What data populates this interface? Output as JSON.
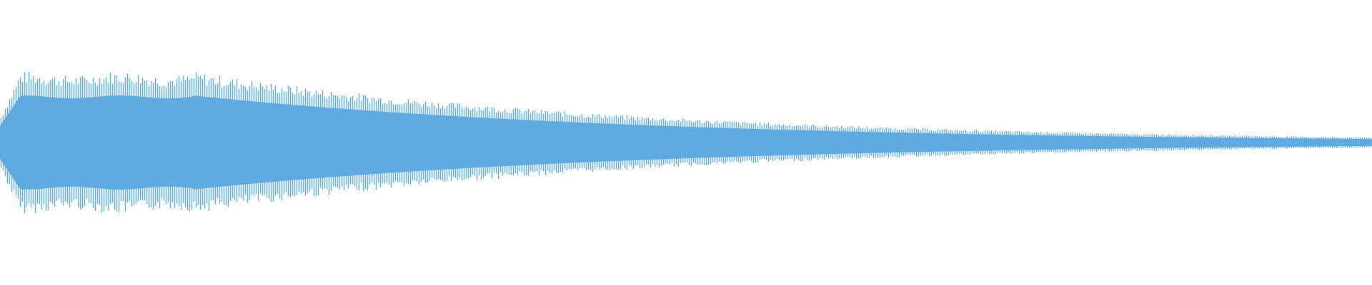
{
  "waveform": {
    "color": "#5faae0",
    "background": "#ffffff",
    "envelope": {
      "peak_amplitude": 0.5,
      "attack_fraction": 0.015,
      "hold_until_fraction": 0.14,
      "decay_rate": 2.6,
      "end_amplitude": 0.025
    },
    "cycle_count": 320
  }
}
